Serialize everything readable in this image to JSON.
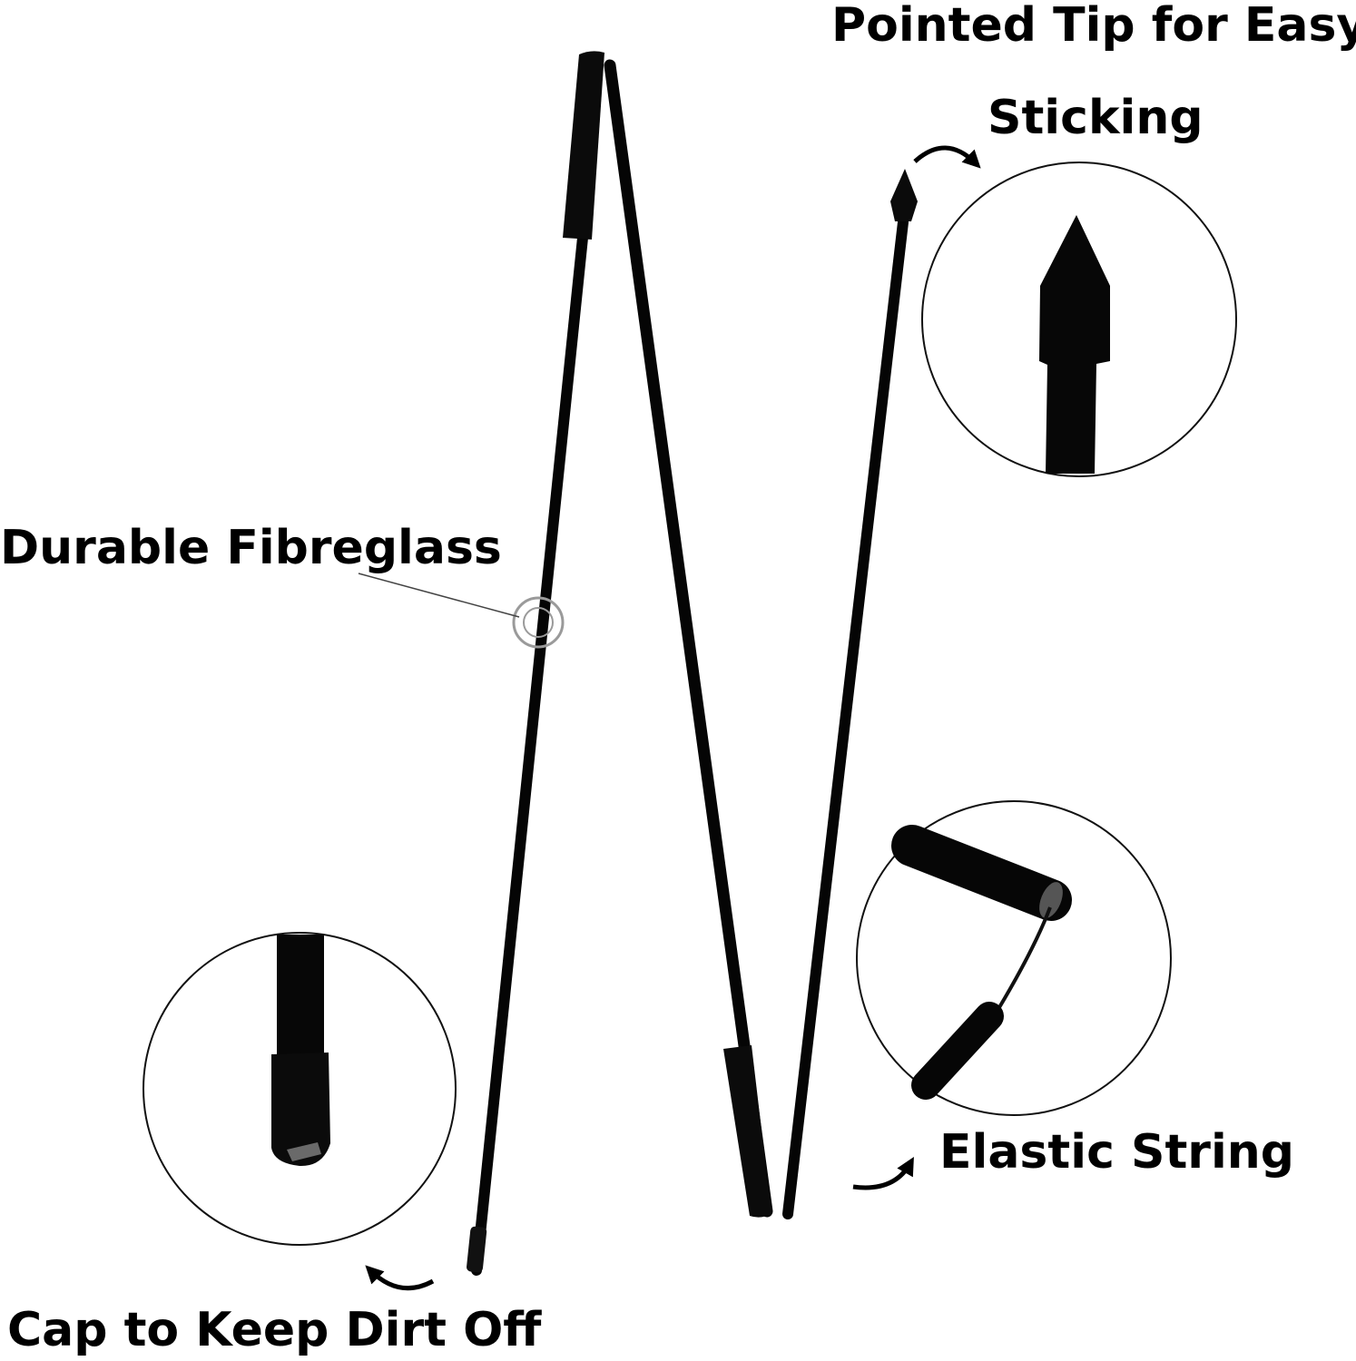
{
  "labels": {
    "pointed_tip_line1": "Pointed Tip for Easy",
    "pointed_tip_line2": "Sticking",
    "durable_fibreglass": "Durable Fibreglass",
    "elastic_string": "Elastic String",
    "cap": "Cap to Keep Dirt Off"
  },
  "colors": {
    "background": "#ffffff",
    "rod": "#0a0a0a",
    "text": "#000000"
  },
  "icons": [
    "curved-arrow-icon",
    "zoom-circle",
    "fibre-marker"
  ]
}
